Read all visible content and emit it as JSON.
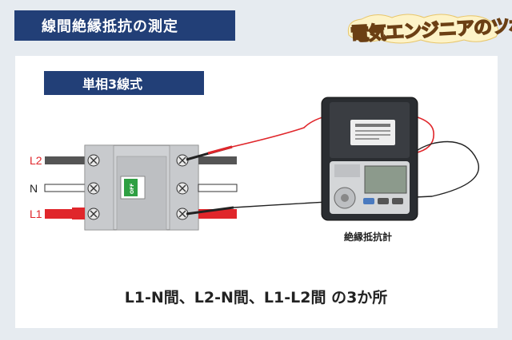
{
  "title": "線間絶縁抵抗の測定",
  "logo_text": "電気エンジニアのツボ",
  "subtitle": "単相3線式",
  "labels": {
    "l2": "L2",
    "n": "N",
    "l1": "L1",
    "breaker_off": "OFF"
  },
  "device_label": "絶縁抵抗計",
  "caption": "L1-N間、L2-N間、L1-L2間 の3か所",
  "colors": {
    "navy": "#223f77",
    "red": "#e0262b",
    "logo": "#f3d032"
  }
}
